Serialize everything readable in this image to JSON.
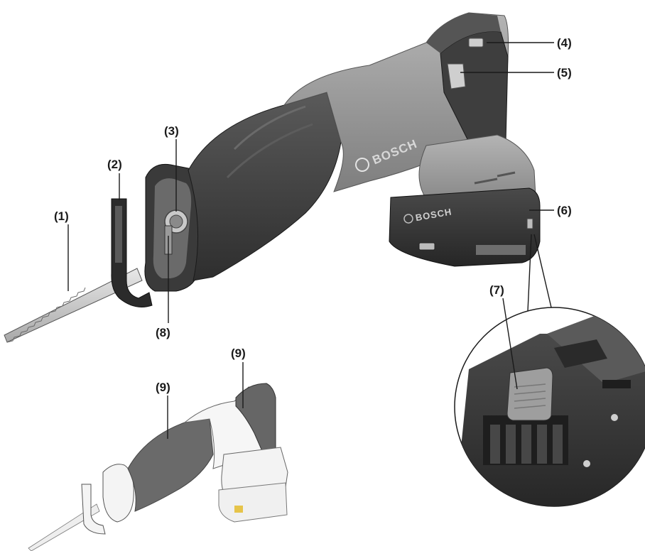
{
  "brand": {
    "name": "BOSCH"
  },
  "labels": {
    "l1": "(1)",
    "l2": "(2)",
    "l3": "(3)",
    "l4": "(4)",
    "l5": "(5)",
    "l6": "(6)",
    "l7": "(7)",
    "l8": "(8)",
    "l9a": "(9)",
    "l9b": "(9)"
  },
  "colors": {
    "body_light": "#9a9a9a",
    "body_dark": "#4a4a4a",
    "handle_dark": "#3c3c3c",
    "battery": "#3a3a3a",
    "highlight_grip": "#666666"
  }
}
